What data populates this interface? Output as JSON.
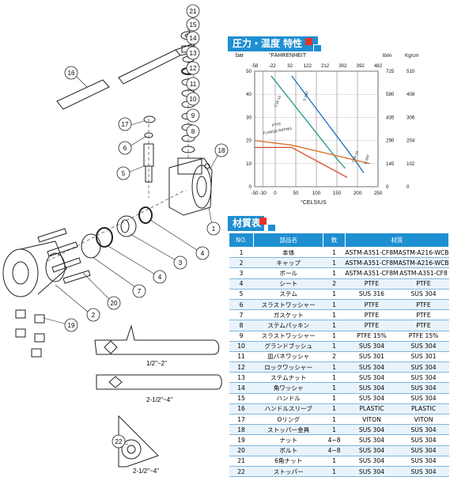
{
  "headers": {
    "chart_title": "圧力・温度 特性",
    "materials_title": "材質表"
  },
  "chart_data": {
    "type": "line",
    "title": "圧力・温度 特性",
    "left_axis_units": [
      "bar",
      "°FAHRENHEIT"
    ],
    "right_axis_units": [
      "lb/in",
      "Kg/cm"
    ],
    "top_ticks": [
      "-58",
      "-22",
      "32",
      "122",
      "212",
      "302",
      "392",
      "482"
    ],
    "bar_ticks": [
      "50",
      "40",
      "30",
      "20",
      "10",
      "0"
    ],
    "lbin_ticks": [
      "725",
      "580",
      "435",
      "290",
      "145",
      "0"
    ],
    "kgcm_ticks": [
      "510",
      "408",
      "306",
      "204",
      "102",
      "0"
    ],
    "x_ticks": [
      "-50",
      "-30",
      "0",
      "50",
      "100",
      "150",
      "200",
      "250"
    ],
    "xlabel": "°CELSIUS",
    "xlim": [
      -50,
      250
    ],
    "ylim": [
      0,
      50
    ],
    "series": [
      {
        "name": "T.SF.15",
        "color": "#1f9a8a",
        "x": [
          -10,
          150,
          170
        ],
        "y": [
          48,
          12,
          8
        ]
      },
      {
        "name": "S.SAT",
        "color": "#1f6fbf",
        "x": [
          40,
          200,
          215
        ],
        "y": [
          48,
          10,
          6
        ]
      },
      {
        "name": "FLANGE RATING",
        "color": "#e06b1f",
        "x": [
          -50,
          40,
          230
        ],
        "y": [
          20,
          18,
          10
        ]
      },
      {
        "name": "PTFE",
        "color": "#d84a2a",
        "x": [
          -50,
          40,
          175
        ],
        "y": [
          17,
          17,
          4
        ]
      }
    ],
    "curve_labels": [
      "T.SF.15",
      "S.SAT",
      "FLANGE RATING",
      "PTFE",
      "T.SF.15",
      "S.SAT"
    ]
  },
  "table": {
    "columns": [
      "NO.",
      "部品名",
      "数",
      "材質"
    ],
    "rows": [
      [
        "1",
        "本体",
        "1",
        "ASTM-A351-CF8M",
        "ASTM-A216-WCB"
      ],
      [
        "2",
        "キャップ",
        "1",
        "ASTM-A351-CF8M",
        "ASTM-A216-WCB"
      ],
      [
        "3",
        "ボール",
        "1",
        "ASTM-A351-CF8M",
        "ASTM-A351-CF8"
      ],
      [
        "4",
        "シート",
        "2",
        "PTFE",
        "PTFE"
      ],
      [
        "5",
        "ステム",
        "1",
        "SUS 316",
        "SUS 304"
      ],
      [
        "6",
        "スラストワッシャー",
        "1",
        "PTFE",
        "PTFE"
      ],
      [
        "7",
        "ガスケット",
        "1",
        "PTFE",
        "PTFE"
      ],
      [
        "8",
        "ステムパッキン",
        "1",
        "PTFE",
        "PTFE"
      ],
      [
        "9",
        "スラストワッシャー",
        "1",
        "PTFE 15%",
        "PTFE 15%"
      ],
      [
        "10",
        "グランドブッシュ",
        "1",
        "SUS 304",
        "SUS 304"
      ],
      [
        "11",
        "皿バネワッシャ",
        "2",
        "SUS 301",
        "SUS 301"
      ],
      [
        "12",
        "ロックワッシャー",
        "1",
        "SUS 304",
        "SUS 304"
      ],
      [
        "13",
        "ステムナット",
        "1",
        "SUS 304",
        "SUS 304"
      ],
      [
        "14",
        "角ワッシャ",
        "1",
        "SUS 304",
        "SUS 304"
      ],
      [
        "15",
        "ハンドル",
        "1",
        "SUS 304",
        "SUS 304"
      ],
      [
        "16",
        "ハンドルスリーブ",
        "1",
        "PLASTIC",
        "PLASTIC"
      ],
      [
        "17",
        "Oリング",
        "1",
        "VITON",
        "VITON"
      ],
      [
        "18",
        "ストッパー金具",
        "1",
        "SUS 304",
        "SUS 304"
      ],
      [
        "19",
        "ナット",
        "4~8",
        "SUS 304",
        "SUS 304"
      ],
      [
        "20",
        "ボルト",
        "4~8",
        "SUS 304",
        "SUS 304"
      ],
      [
        "21",
        "6角ナット",
        "1",
        "SUS 304",
        "SUS 304"
      ],
      [
        "22",
        "ストッパー",
        "1",
        "SUS 304",
        "SUS 304"
      ]
    ]
  },
  "drawing": {
    "callouts": [
      "21",
      "15",
      "14",
      "13",
      "12",
      "11",
      "10",
      "9",
      "8",
      "16",
      "17",
      "6",
      "5",
      "18",
      "1",
      "4",
      "3",
      "4",
      "7",
      "20",
      "2",
      "19",
      "22"
    ],
    "handle_labels": [
      "1/2\"~2\"",
      "2-1/2\"~4\"",
      "2-1/2\"~4\""
    ]
  }
}
